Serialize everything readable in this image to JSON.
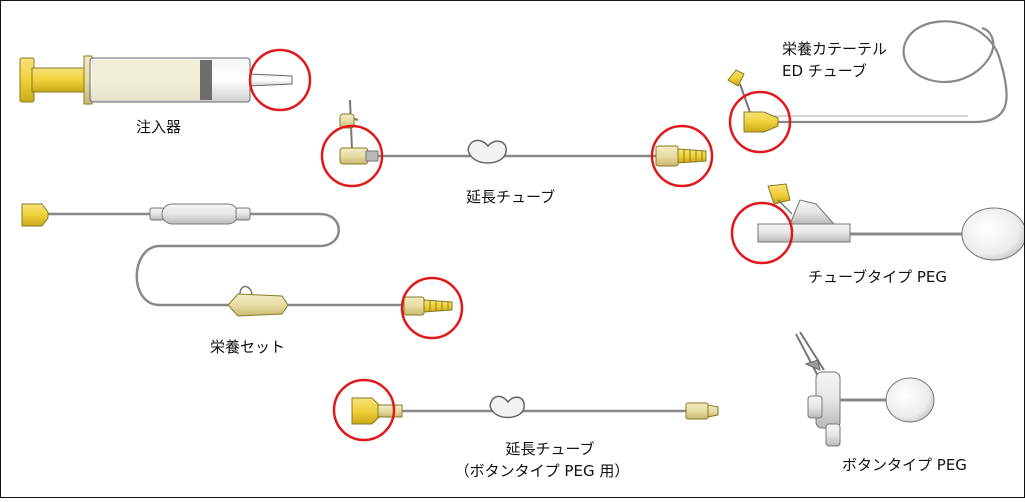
{
  "labels": {
    "syringe": "注入器",
    "extension_tube": "延長チューブ",
    "nutrition_set": "栄養セット",
    "ed_tube_line1": "栄養カテーテル",
    "ed_tube_line2": "ED チューブ",
    "tube_type_peg": "チューブタイプ PEG",
    "extension_tube_button_line1": "延長チューブ",
    "extension_tube_button_line2": "（ボタンタイプ PEG 用）",
    "button_type_peg": "ボタンタイプ PEG"
  },
  "colors": {
    "highlight_circle": "#e0181c",
    "connector_yellow": "#f0d13a",
    "connector_tan": "#e7dca2",
    "tube_gray": "#888888",
    "outline": "#555555"
  }
}
